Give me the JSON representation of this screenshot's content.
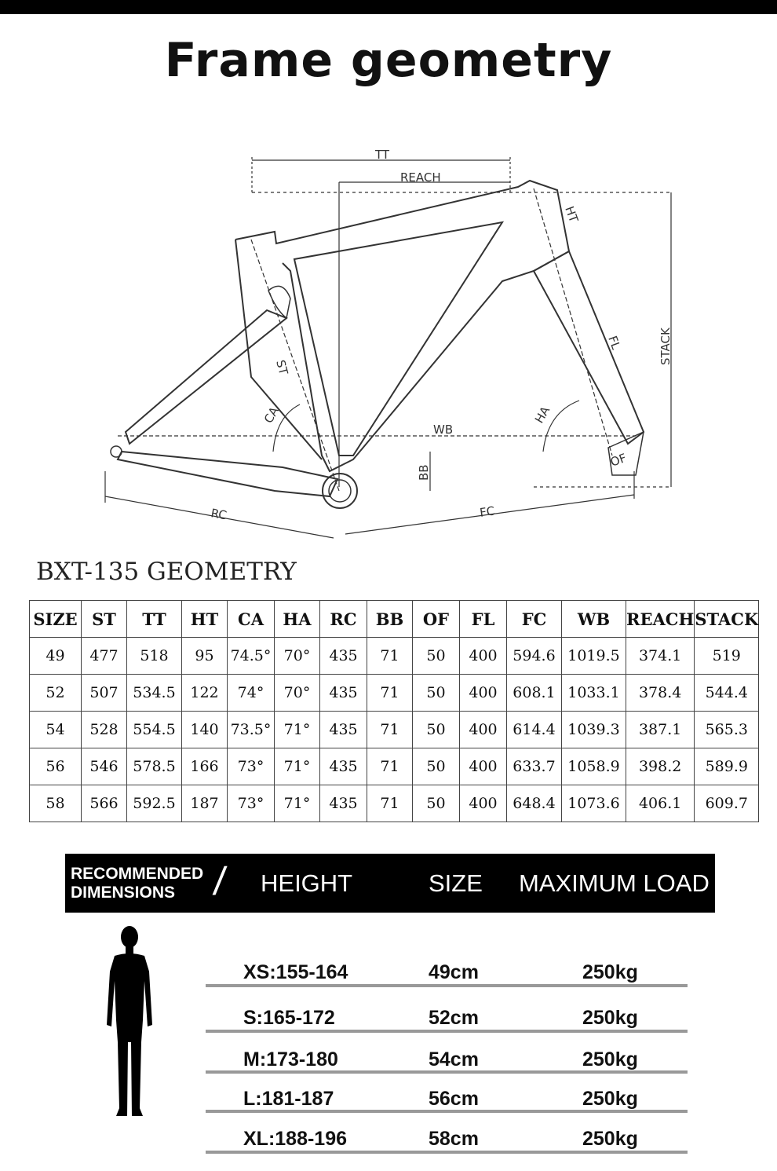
{
  "page": {
    "title": "Frame geometry"
  },
  "diagram": {
    "labels": {
      "tt": "TT",
      "reach": "REACH",
      "ht": "HT",
      "stack": "STACK",
      "fl": "FL",
      "st": "ST",
      "ca": "CA",
      "ha": "HA",
      "wb": "WB",
      "bb": "BB",
      "of": "OF",
      "rc": "RC",
      "fc": "FC"
    }
  },
  "geometry": {
    "title": "BXT-135 GEOMETRY",
    "headers": [
      "SIZE",
      "ST",
      "TT",
      "HT",
      "CA",
      "HA",
      "RC",
      "BB",
      "OF",
      "FL",
      "FC",
      "WB",
      "REACH",
      "STACK"
    ],
    "rows": [
      [
        "49",
        "477",
        "518",
        "95",
        "74.5°",
        "70°",
        "435",
        "71",
        "50",
        "400",
        "594.6",
        "1019.5",
        "374.1",
        "519"
      ],
      [
        "52",
        "507",
        "534.5",
        "122",
        "74°",
        "70°",
        "435",
        "71",
        "50",
        "400",
        "608.1",
        "1033.1",
        "378.4",
        "544.4"
      ],
      [
        "54",
        "528",
        "554.5",
        "140",
        "73.5°",
        "71°",
        "435",
        "71",
        "50",
        "400",
        "614.4",
        "1039.3",
        "387.1",
        "565.3"
      ],
      [
        "56",
        "546",
        "578.5",
        "166",
        "73°",
        "71°",
        "435",
        "71",
        "50",
        "400",
        "633.7",
        "1058.9",
        "398.2",
        "589.9"
      ],
      [
        "58",
        "566",
        "592.5",
        "187",
        "73°",
        "71°",
        "435",
        "71",
        "50",
        "400",
        "648.4",
        "1073.6",
        "406.1",
        "609.7"
      ]
    ]
  },
  "recommended": {
    "label_line1": "RECOMMENDED",
    "label_line2": "DIMENSIONS",
    "col_height": "HEIGHT",
    "col_size": "SIZE",
    "col_load": "MAXIMUM LOAD",
    "rows": [
      {
        "height": "XS:155-164",
        "size": "49cm",
        "load": "250kg"
      },
      {
        "height": "S:165-172",
        "size": "52cm",
        "load": "250kg"
      },
      {
        "height": "M:173-180",
        "size": "54cm",
        "load": "250kg"
      },
      {
        "height": "L:181-187",
        "size": "56cm",
        "load": "250kg"
      },
      {
        "height": "XL:188-196",
        "size": "58cm",
        "load": "250kg"
      }
    ]
  }
}
